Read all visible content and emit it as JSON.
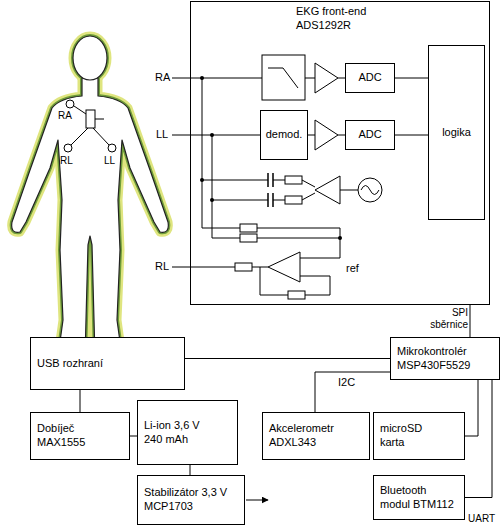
{
  "diagram": {
    "nodes": [
      {
        "text": [
          "EKG front-end ADS1292R"
        ]
      },
      {
        "text": [
          "ADC"
        ],
        "in": 0
      },
      {
        "text": [
          "demod."
        ],
        "in": 0
      },
      {
        "text": [
          "ADC"
        ],
        "in": 0
      },
      {
        "text": [
          "logika"
        ],
        "in": 0
      },
      {
        "text": [
          "USB rozhraní"
        ]
      },
      {
        "text": [
          "Mikrokontrolér MSP430F5529"
        ]
      },
      {
        "text": [
          "Dobíječ MAX1555"
        ]
      },
      {
        "text": [
          "Li-ion 3,6 V 240 mAh"
        ]
      },
      {
        "text": [
          "Akcelerometr ADXL343"
        ]
      },
      {
        "text": [
          "microSD karta"
        ]
      },
      {
        "text": [
          "Stabilizátor 3,3 V MCP1703"
        ]
      },
      {
        "text": [
          "Bluetooth modul BTM112"
        ]
      }
    ],
    "edges": [
      {
        "from": 0,
        "to": 6,
        "arrow": "none",
        "label": "SPI sběrnice"
      },
      {
        "from": 1,
        "to": 4,
        "arrow": "none"
      },
      {
        "from": 3,
        "to": 4,
        "arrow": "none"
      },
      {
        "from": 5,
        "to": 6,
        "arrow": "none"
      },
      {
        "from": 5,
        "to": 7,
        "arrow": "none"
      },
      {
        "from": 6,
        "to": 9,
        "arrow": "none",
        "label": "I2C"
      },
      {
        "from": 6,
        "to": 10,
        "arrow": "none"
      },
      {
        "from": 6,
        "to": 12,
        "arrow": "none",
        "label": "UART"
      },
      {
        "from": 7,
        "to": 8,
        "arrow": "none"
      },
      {
        "from": 8,
        "to": 11,
        "arrow": "none"
      }
    ],
    "labels": [
      "RA",
      "RA",
      "LL",
      "RL",
      "LL",
      "ref",
      "RL"
    ]
  }
}
